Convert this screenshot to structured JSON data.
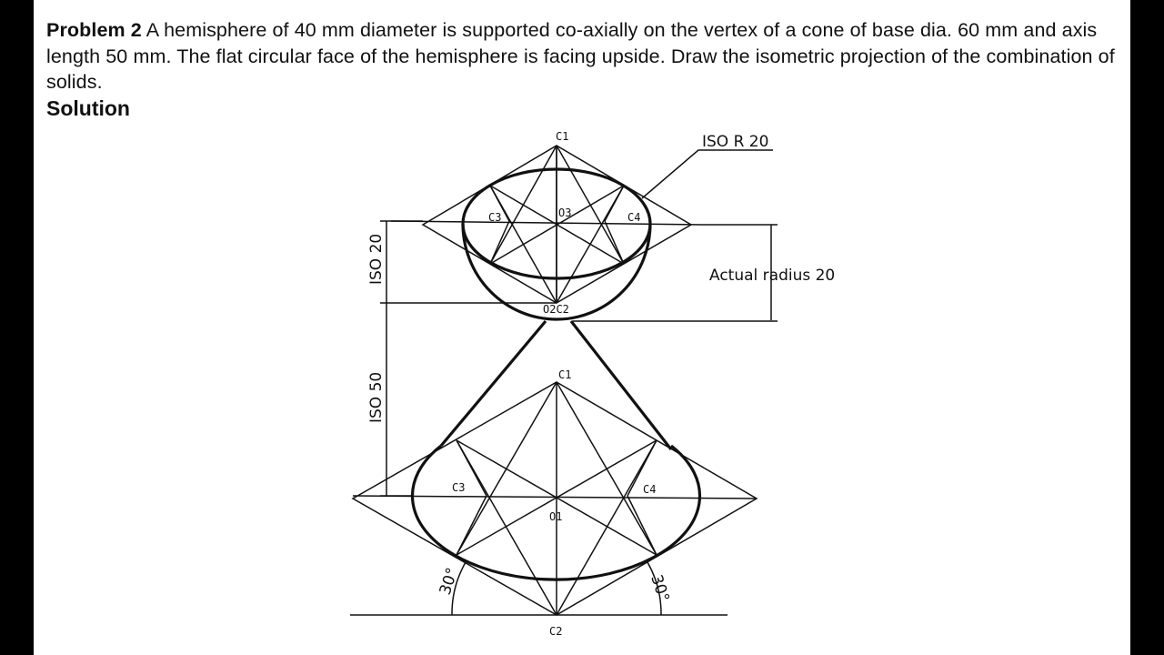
{
  "problem": {
    "label": "Problem 2",
    "text": " A hemisphere of 40 mm diameter is supported co-axially on the vertex of a cone of base dia. 60 mm and axis length 50 mm. The flat circular face of the hemisphere is facing upside. Draw the isometric projection of the combination of solids."
  },
  "solution_heading": "Solution",
  "drawing_labels": {
    "hemi_c1": "C1",
    "hemi_c3": "C3",
    "hemi_o3": "O3",
    "hemi_c4": "C4",
    "hemi_o2c2": "O2C2",
    "iso_r20": "ISO R 20",
    "actual_radius": "Actual radius 20",
    "iso_20": "ISO 20",
    "iso_50": "ISO 50",
    "cone_c1": "C1",
    "cone_c3": "C3",
    "cone_c4": "C4",
    "cone_o1": "O1",
    "cone_c2": "C2",
    "angle_left": "30°",
    "angle_right": "30°"
  }
}
